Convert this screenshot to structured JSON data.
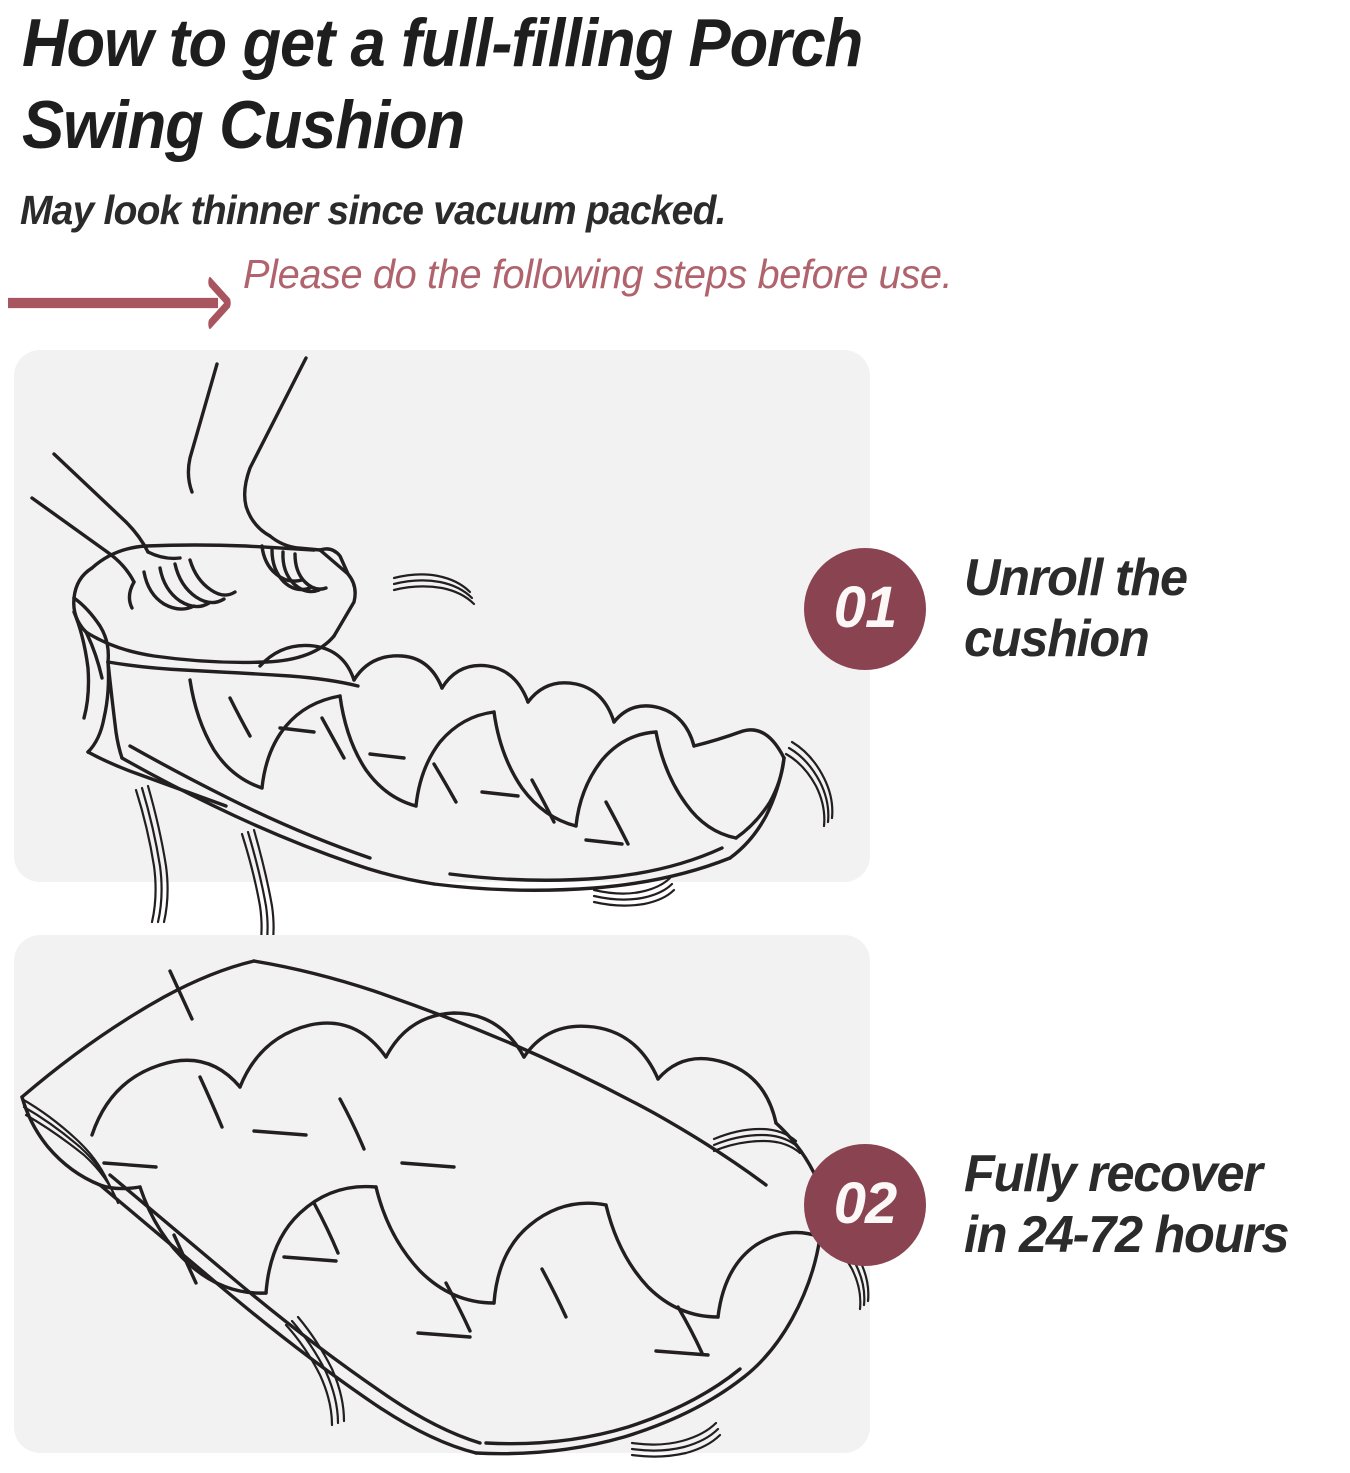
{
  "header": {
    "title": "How to get a full-filling Porch\nSwing Cushion",
    "subtitle": "May look thinner since vacuum packed.",
    "arrow_note": "Please do the following steps before use.",
    "arrow_icon": "right-arrow-icon"
  },
  "colors": {
    "accent_maroon": "#8a4350",
    "accent_rose": "#b0636d",
    "card_background": "#f2f2f2",
    "text_dark": "#2b2b2b",
    "title_dark": "#1e1e1e",
    "badge_number": "#fbf8f7",
    "line_art": "#231f20",
    "page_background": "#ffffff"
  },
  "steps": [
    {
      "number": "01",
      "label": "Unroll the\ncushion",
      "illustration": "hands-unrolling-cushion-illustration"
    },
    {
      "number": "02",
      "label": "Fully recover\nin 24-72 hours",
      "illustration": "fully-lofted-cushion-illustration"
    }
  ]
}
